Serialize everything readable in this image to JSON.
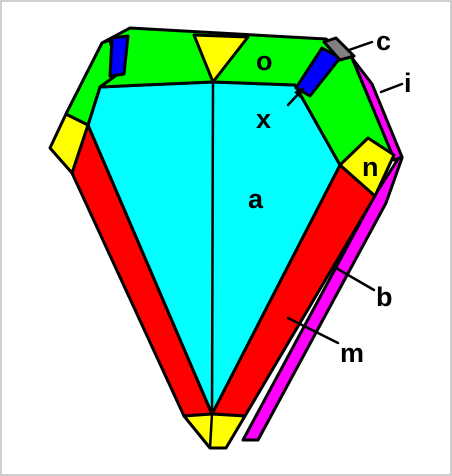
{
  "diagram": {
    "colors": {
      "background": "#ffffff",
      "frame": "#bfbfbf",
      "outline": "#000000",
      "face_a": "#00ffff",
      "face_o": "#00ff00",
      "face_m": "#ff0000",
      "face_b": "#ff00ff",
      "face_n": "#ffff00",
      "face_x": "#0000ff",
      "face_i": "#ff00ff",
      "face_c": "#808080"
    },
    "labels": {
      "a": "a",
      "o": "o",
      "c": "c",
      "i": "i",
      "x": "x",
      "n": "n",
      "b": "b",
      "m": "m"
    }
  }
}
